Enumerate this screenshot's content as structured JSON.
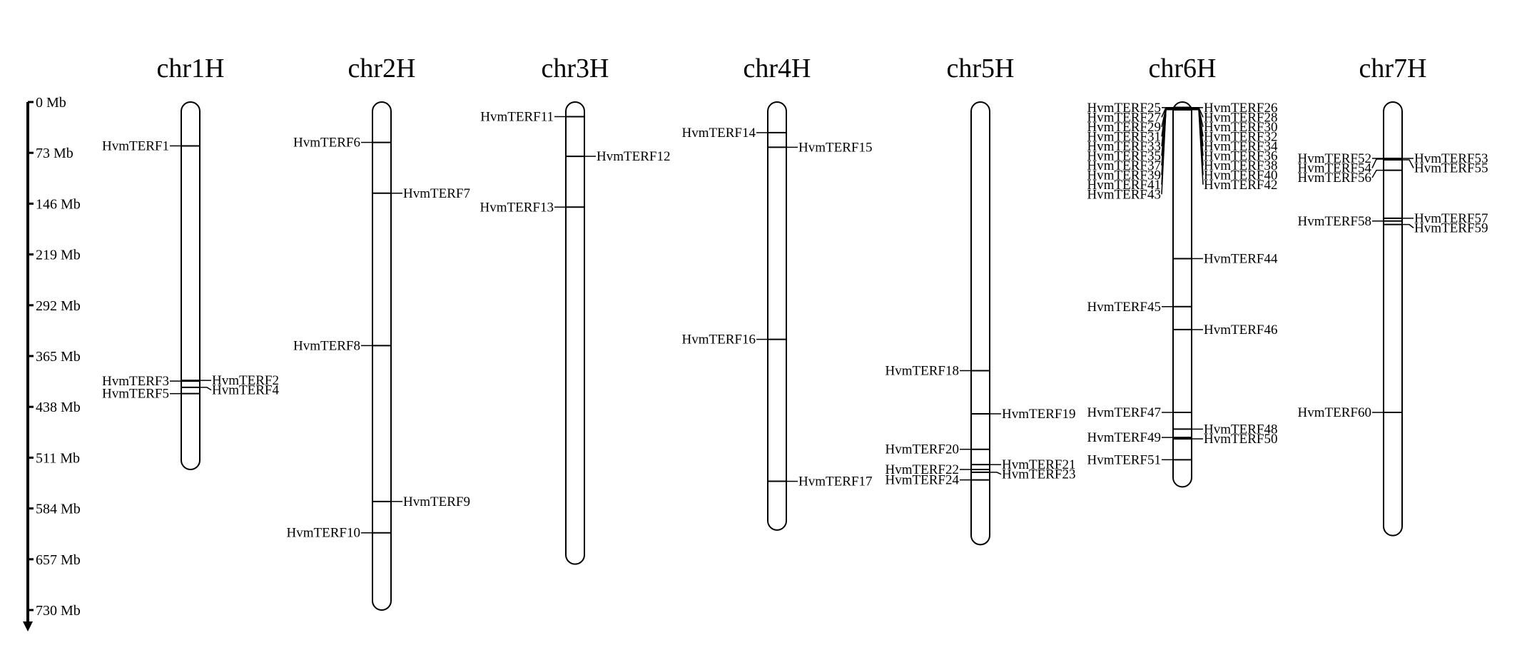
{
  "scale": {
    "max_mb": 730,
    "ticks": [
      {
        "value": 0,
        "label": "0 Mb"
      },
      {
        "value": 73,
        "label": "73 Mb"
      },
      {
        "value": 146,
        "label": "146 Mb"
      },
      {
        "value": 219,
        "label": "219 Mb"
      },
      {
        "value": 292,
        "label": "292 Mb"
      },
      {
        "value": 365,
        "label": "365 Mb"
      },
      {
        "value": 438,
        "label": "438 Mb"
      },
      {
        "value": 511,
        "label": "511 Mb"
      },
      {
        "value": 584,
        "label": "584 Mb"
      },
      {
        "value": 657,
        "label": "657 Mb"
      },
      {
        "value": 730,
        "label": "730 Mb"
      }
    ]
  },
  "chromosomes": [
    {
      "name": "chr1H",
      "length_mb": 528,
      "genes": [
        {
          "name": "HvmTERF1",
          "pos": 63,
          "side": "left"
        },
        {
          "name": "HvmTERF2",
          "pos": 400,
          "side": "right"
        },
        {
          "name": "HvmTERF3",
          "pos": 401,
          "side": "left"
        },
        {
          "name": "HvmTERF4",
          "pos": 410,
          "side": "right"
        },
        {
          "name": "HvmTERF5",
          "pos": 419,
          "side": "left"
        }
      ]
    },
    {
      "name": "chr2H",
      "length_mb": 730,
      "genes": [
        {
          "name": "HvmTERF6",
          "pos": 58,
          "side": "left"
        },
        {
          "name": "HvmTERF7",
          "pos": 131,
          "side": "right"
        },
        {
          "name": "HvmTERF8",
          "pos": 350,
          "side": "left"
        },
        {
          "name": "HvmTERF9",
          "pos": 574,
          "side": "right"
        },
        {
          "name": "HvmTERF10",
          "pos": 619,
          "side": "left"
        }
      ]
    },
    {
      "name": "chr3H",
      "length_mb": 664,
      "genes": [
        {
          "name": "HvmTERF11",
          "pos": 21,
          "side": "left"
        },
        {
          "name": "HvmTERF12",
          "pos": 78,
          "side": "right"
        },
        {
          "name": "HvmTERF13",
          "pos": 151,
          "side": "left"
        }
      ]
    },
    {
      "name": "chr4H",
      "length_mb": 615,
      "genes": [
        {
          "name": "HvmTERF14",
          "pos": 44,
          "side": "left"
        },
        {
          "name": "HvmTERF15",
          "pos": 65,
          "side": "right"
        },
        {
          "name": "HvmTERF16",
          "pos": 341,
          "side": "left"
        },
        {
          "name": "HvmTERF17",
          "pos": 545,
          "side": "right"
        }
      ]
    },
    {
      "name": "chr5H",
      "length_mb": 636,
      "genes": [
        {
          "name": "HvmTERF18",
          "pos": 386,
          "side": "left"
        },
        {
          "name": "HvmTERF19",
          "pos": 448,
          "side": "right"
        },
        {
          "name": "HvmTERF20",
          "pos": 499,
          "side": "left"
        },
        {
          "name": "HvmTERF21",
          "pos": 521,
          "side": "right"
        },
        {
          "name": "HvmTERF22",
          "pos": 528,
          "side": "left"
        },
        {
          "name": "HvmTERF23",
          "pos": 532,
          "side": "right"
        },
        {
          "name": "HvmTERF24",
          "pos": 543,
          "side": "left"
        }
      ]
    },
    {
      "name": "chr6H",
      "length_mb": 553,
      "genes": [
        {
          "name": "HvmTERF25",
          "pos": 8,
          "side": "left"
        },
        {
          "name": "HvmTERF26",
          "pos": 8,
          "side": "right"
        },
        {
          "name": "HvmTERF27",
          "pos": 8,
          "side": "left"
        },
        {
          "name": "HvmTERF28",
          "pos": 8,
          "side": "right"
        },
        {
          "name": "HvmTERF29",
          "pos": 9,
          "side": "left"
        },
        {
          "name": "HvmTERF30",
          "pos": 9,
          "side": "right"
        },
        {
          "name": "HvmTERF31",
          "pos": 9,
          "side": "left"
        },
        {
          "name": "HvmTERF32",
          "pos": 9,
          "side": "right"
        },
        {
          "name": "HvmTERF33",
          "pos": 9,
          "side": "left"
        },
        {
          "name": "HvmTERF34",
          "pos": 9,
          "side": "right"
        },
        {
          "name": "HvmTERF35",
          "pos": 10,
          "side": "left"
        },
        {
          "name": "HvmTERF36",
          "pos": 10,
          "side": "right"
        },
        {
          "name": "HvmTERF37",
          "pos": 10,
          "side": "left"
        },
        {
          "name": "HvmTERF38",
          "pos": 10,
          "side": "right"
        },
        {
          "name": "HvmTERF39",
          "pos": 10,
          "side": "left"
        },
        {
          "name": "HvmTERF40",
          "pos": 10,
          "side": "right"
        },
        {
          "name": "HvmTERF41",
          "pos": 11,
          "side": "left"
        },
        {
          "name": "HvmTERF42",
          "pos": 11,
          "side": "right"
        },
        {
          "name": "HvmTERF43",
          "pos": 11,
          "side": "left"
        },
        {
          "name": "HvmTERF44",
          "pos": 225,
          "side": "right"
        },
        {
          "name": "HvmTERF45",
          "pos": 294,
          "side": "left"
        },
        {
          "name": "HvmTERF46",
          "pos": 327,
          "side": "right"
        },
        {
          "name": "HvmTERF47",
          "pos": 446,
          "side": "left"
        },
        {
          "name": "HvmTERF48",
          "pos": 470,
          "side": "right"
        },
        {
          "name": "HvmTERF49",
          "pos": 482,
          "side": "left"
        },
        {
          "name": "HvmTERF50",
          "pos": 484,
          "side": "right"
        },
        {
          "name": "HvmTERF51",
          "pos": 514,
          "side": "left"
        }
      ]
    },
    {
      "name": "chr7H",
      "length_mb": 623,
      "genes": [
        {
          "name": "HvmTERF52",
          "pos": 81,
          "side": "left"
        },
        {
          "name": "HvmTERF53",
          "pos": 81,
          "side": "right"
        },
        {
          "name": "HvmTERF54",
          "pos": 82,
          "side": "left"
        },
        {
          "name": "HvmTERF55",
          "pos": 83,
          "side": "right"
        },
        {
          "name": "HvmTERF56",
          "pos": 98,
          "side": "left"
        },
        {
          "name": "HvmTERF57",
          "pos": 167,
          "side": "right"
        },
        {
          "name": "HvmTERF58",
          "pos": 171,
          "side": "left"
        },
        {
          "name": "HvmTERF59",
          "pos": 176,
          "side": "right"
        },
        {
          "name": "HvmTERF60",
          "pos": 446,
          "side": "left"
        }
      ]
    }
  ]
}
